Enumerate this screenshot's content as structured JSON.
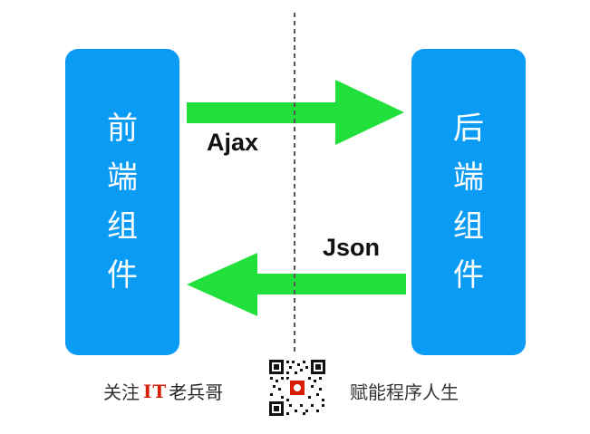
{
  "diagram": {
    "left_box": {
      "chars": [
        "前",
        "端",
        "组",
        "件"
      ]
    },
    "right_box": {
      "chars": [
        "后",
        "端",
        "组",
        "件"
      ]
    },
    "request_label": "Ajax",
    "response_label": "Json",
    "colors": {
      "box": "#0a9bf5",
      "arrow": "#22e03c",
      "divider": "#555555",
      "brand": "#d81e06"
    }
  },
  "footer": {
    "prefix": "关注",
    "brand": "IT",
    "brand_suffix": "老兵哥",
    "slogan": "赋能程序人生",
    "qr_icon": "qr-code-icon"
  }
}
